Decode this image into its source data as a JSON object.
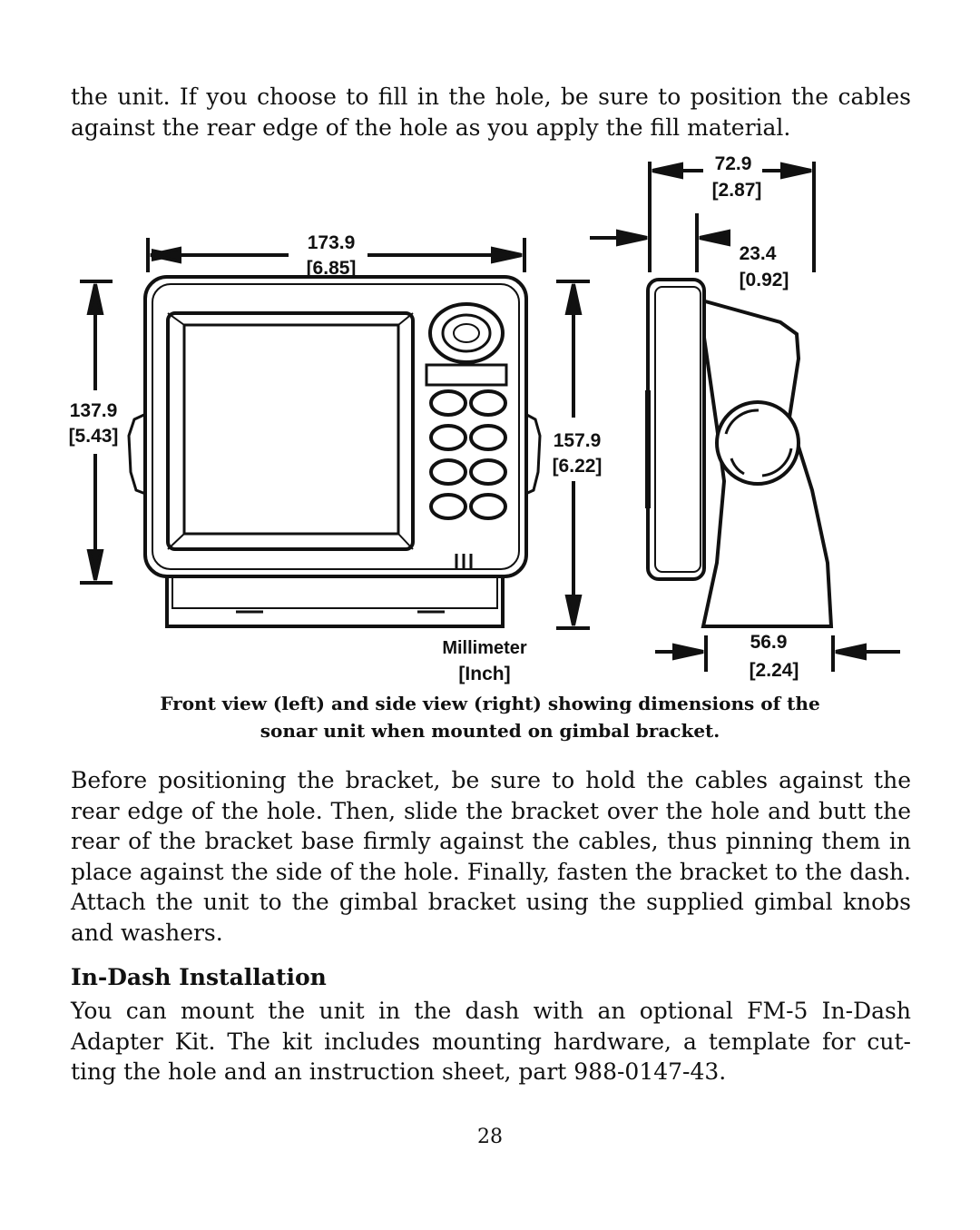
{
  "paragraphs": {
    "intro": "the unit. If you choose to fill in the hole, be sure to position the cables against the rear edge of the hole as you apply the fill material.",
    "before_positioning": "Before positioning the bracket, be sure to hold the cables against the rear edge of the hole. Then, slide the bracket over the hole and butt the rear of the bracket base firmly against the cables, thus pinning them in place against the side of the hole. Finally, fasten the bracket to the dash. Attach the unit to the gimbal bracket using the supplied gimbal knobs and washers.",
    "in_dash": "You can mount the unit in the dash with an optional FM-5 In-Dash Adapter Kit. The kit includes mounting hardware, a template for cut- ting the hole and an instruction sheet, part 988-0147-43."
  },
  "heading": "In-Dash Installation",
  "figure": {
    "caption_line1": "Front view (left) and side view (right) showing dimensions of the",
    "caption_line2": "sonar unit when mounted on gimbal bracket.",
    "dimensions": {
      "width_mm": "173.9",
      "width_in": "[6.85]",
      "height_mm": "137.9",
      "height_in": "[5.43]",
      "total_height_mm": "157.9",
      "total_height_in": "[6.22]",
      "depth_mm": "72.9",
      "depth_in": "[2.87]",
      "face_depth_mm": "23.4",
      "face_depth_in": "[0.92]",
      "base_depth_mm": "56.9",
      "base_depth_in": "[2.24]"
    },
    "legend_unit_top": "Millimeter",
    "legend_unit_bottom": "[Inch]"
  },
  "page_number": "28"
}
